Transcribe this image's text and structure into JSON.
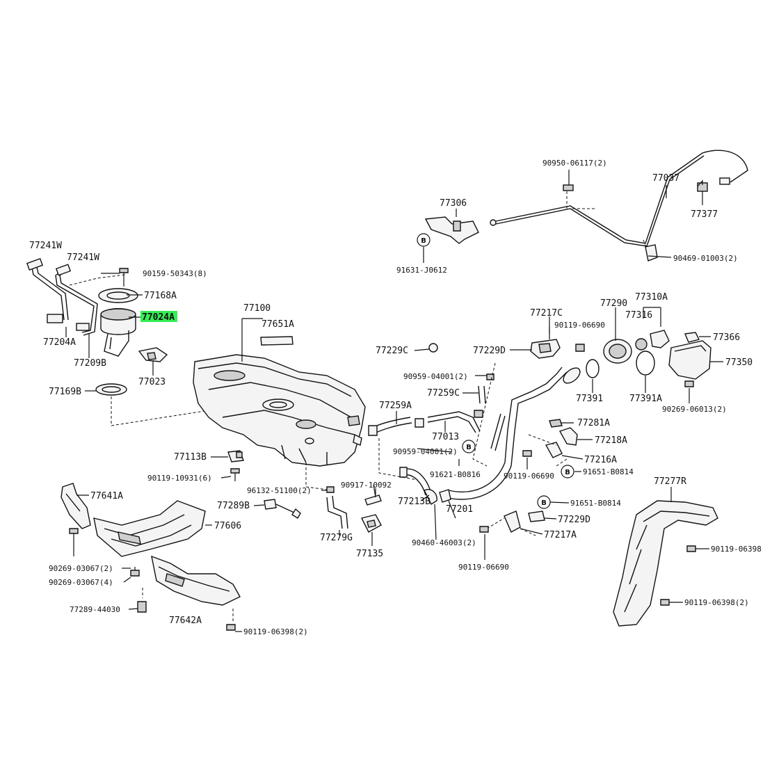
{
  "labels": {
    "p_90950_06117": "90950-06117(2)",
    "p_77037": "77037",
    "p_77377": "77377",
    "p_77306": "77306",
    "p_91631_J0612": "91631-J0612",
    "p_90469_01003": "90469-01003(2)",
    "p_77241W_a": "77241W",
    "p_77241W_b": "77241W",
    "p_90159_50343": "90159-50343(8)",
    "p_77168A": "77168A",
    "p_77024A": "77024A",
    "p_77204A": "77204A",
    "p_77209B": "77209B",
    "p_77023": "77023",
    "p_77169B": "77169B",
    "p_77100": "77100",
    "p_77651A": "77651A",
    "p_77113B": "77113B",
    "p_90119_10931": "90119-10931(6)",
    "p_77641A": "77641A",
    "p_77606": "77606",
    "p_90269_03067_a": "90269-03067(2)",
    "p_90269_03067_b": "90269-03067(4)",
    "p_77289_44030": "77289-44030",
    "p_77642A": "77642A",
    "p_90119_06398_a": "90119-06398(2)",
    "p_77289B": "77289B",
    "p_96132_51100": "96132-51100(2)",
    "p_90917_10092": "90917-10092",
    "p_77279G": "77279G",
    "p_77135": "77135",
    "p_77213B": "77213B",
    "p_77229C_a": "77229C",
    "p_90959_04001_a": "90959-04001(2)",
    "p_77259C": "77259C",
    "p_77259A": "77259A",
    "p_77013": "77013",
    "p_90959_04001_b": "90959-04001(2)",
    "p_91621_B0816": "91621-B0816",
    "p_77201": "77201",
    "p_90460_46003": "90460-46003(2)",
    "p_90119_06690_a": "90119-06690",
    "p_77217C": "77217C",
    "p_90119_06690_b": "90119-06690",
    "p_77229D_a": "77229D",
    "p_77290": "77290",
    "p_77310A": "77310A",
    "p_77316": "77316",
    "p_77366": "77366",
    "p_77350": "77350",
    "p_77391": "77391",
    "p_77391A": "77391A",
    "p_90269_06013": "90269-06013(2)",
    "p_77281A": "77281A",
    "p_77218A": "77218A",
    "p_77216A": "77216A",
    "p_90119_06690_c": "90119-06690",
    "p_91651_B0814_a": "91651-B0814",
    "p_91651_B0814_b": "91651-B0814",
    "p_77229D_b": "77229D",
    "p_77217A": "77217A",
    "p_77277R": "77277R",
    "p_90119_06398_b": "90119-06398",
    "p_90119_06398_c": "90119-06398(2)"
  },
  "callouts": {
    "b1": "B",
    "b2": "B",
    "b3": "B",
    "b4": "B"
  },
  "colors": {
    "highlight": "#33ee55",
    "ink": "#111111",
    "background": "#ffffff"
  }
}
